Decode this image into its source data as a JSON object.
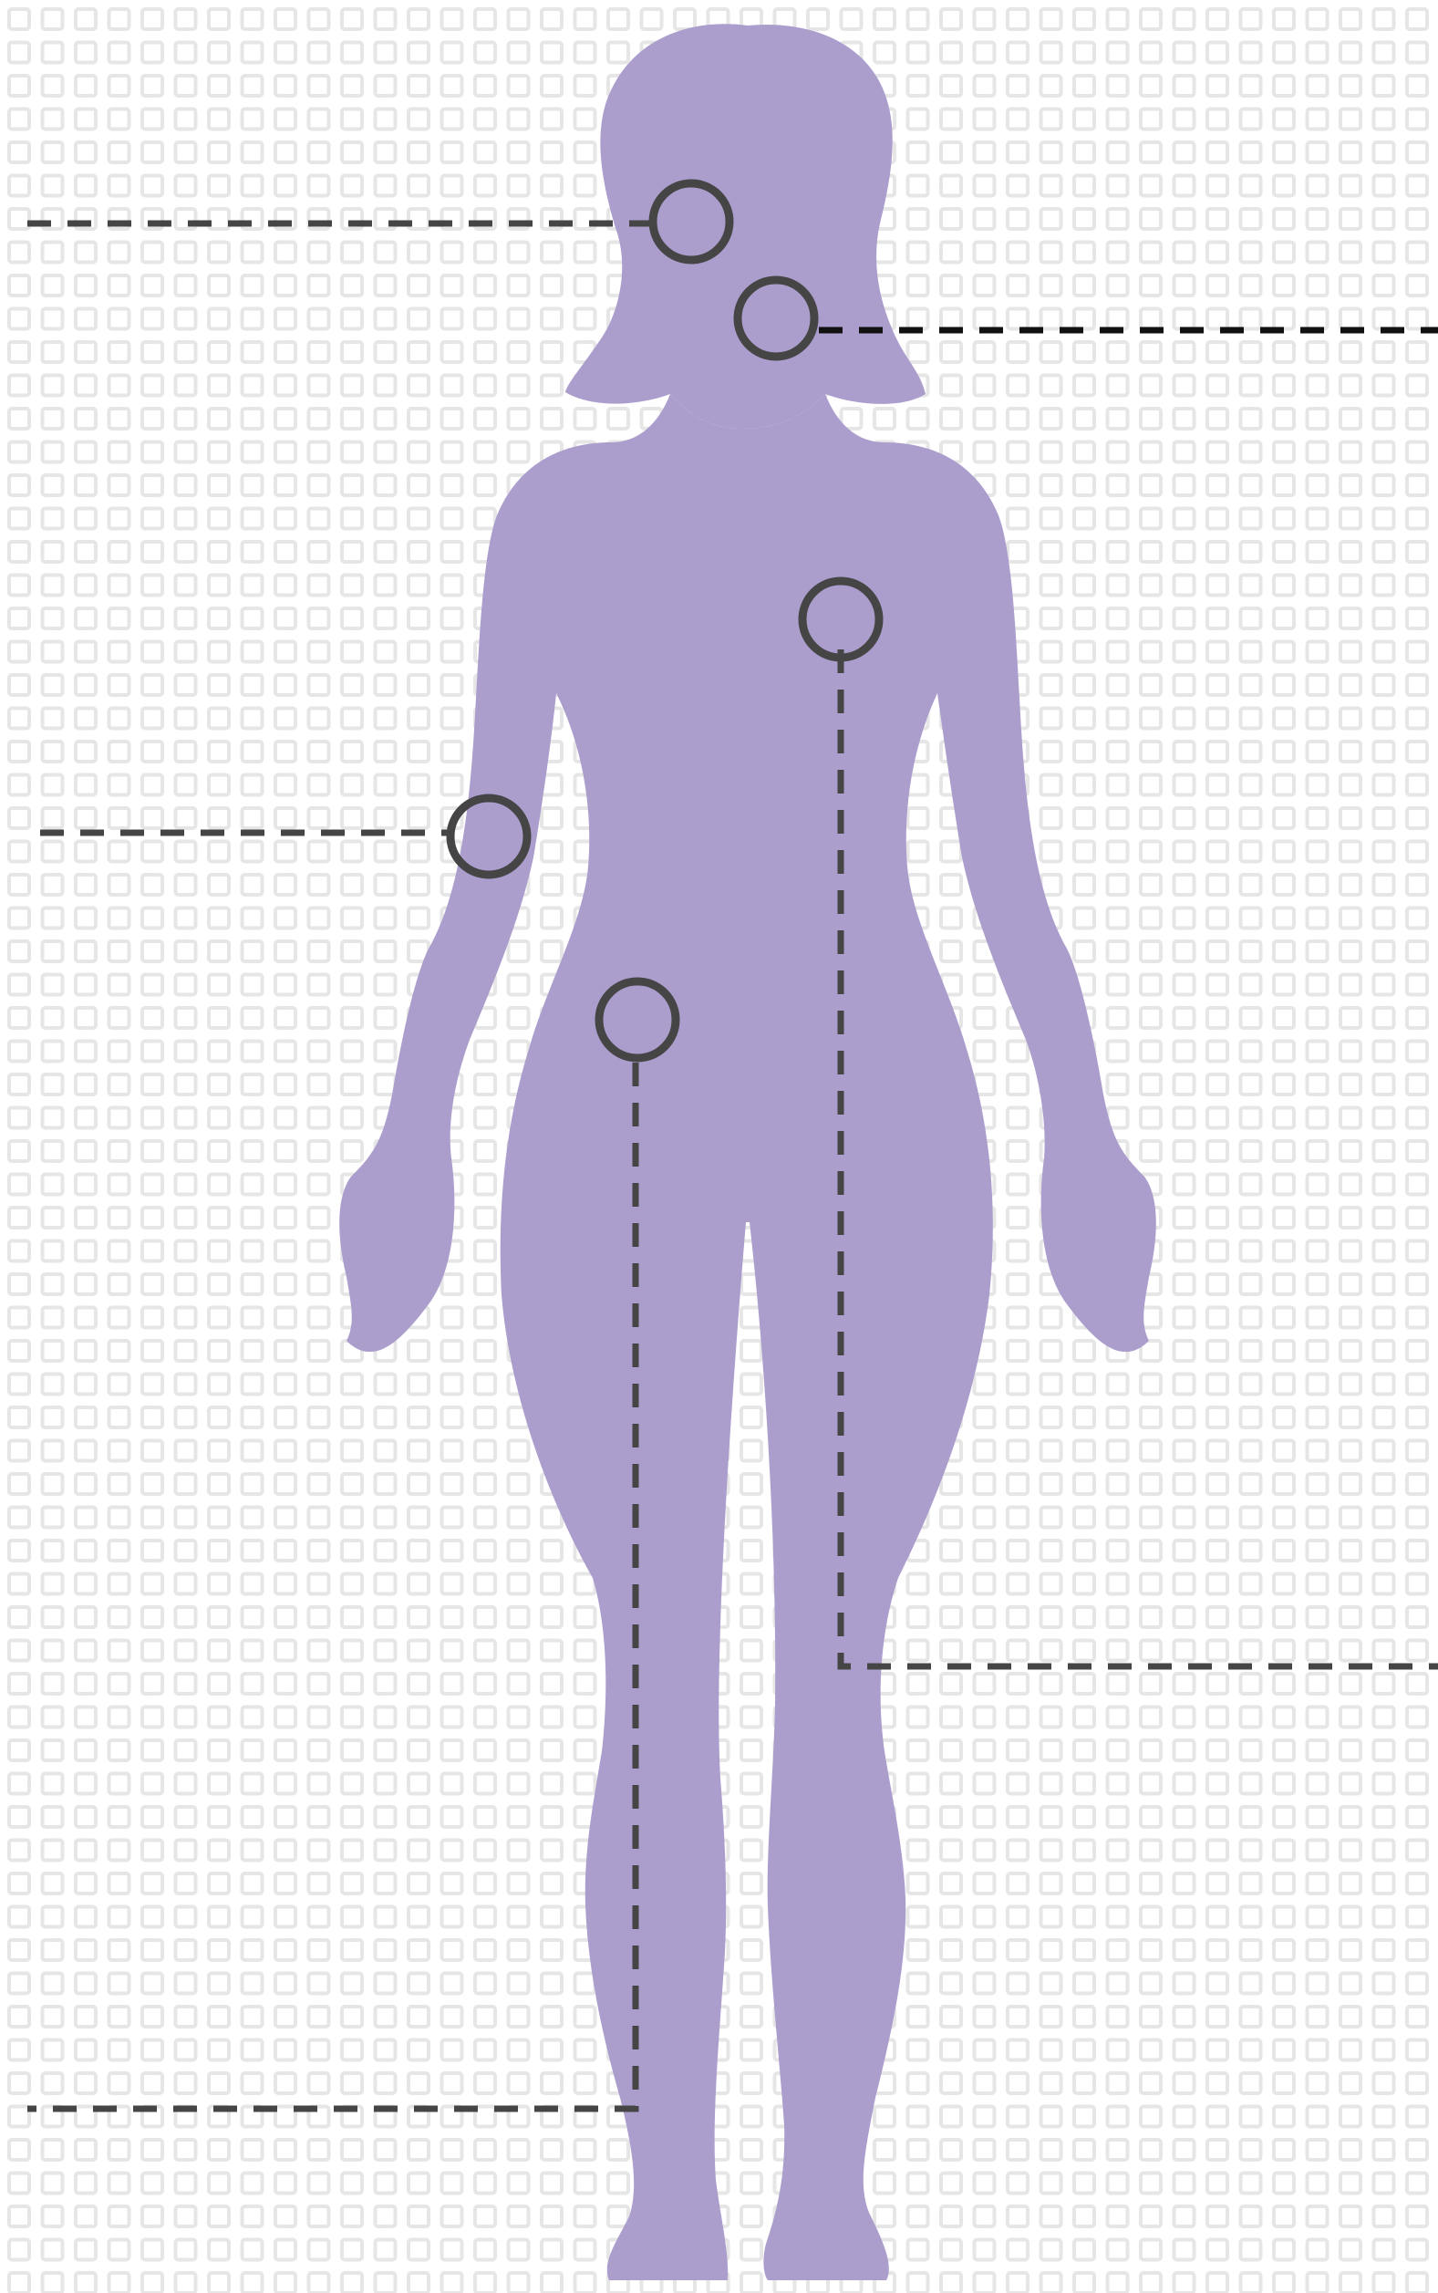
{
  "colors": {
    "background": "#ffffff",
    "grid_pattern": "#e9e9e9",
    "body_silhouette": "#ab9ecd",
    "marker_stroke": "#454545",
    "leader_line": "#454545",
    "leader_line_dark": "#111111"
  },
  "figure": {
    "description_icon": "female-body-silhouette-icon",
    "markers": [
      {
        "id": "left-temple",
        "leader_side": "left"
      },
      {
        "id": "right-jaw",
        "leader_side": "right"
      },
      {
        "id": "chest",
        "leader_side": "right"
      },
      {
        "id": "left-elbow",
        "leader_side": "left"
      },
      {
        "id": "left-hip",
        "leader_side": "left"
      }
    ]
  }
}
